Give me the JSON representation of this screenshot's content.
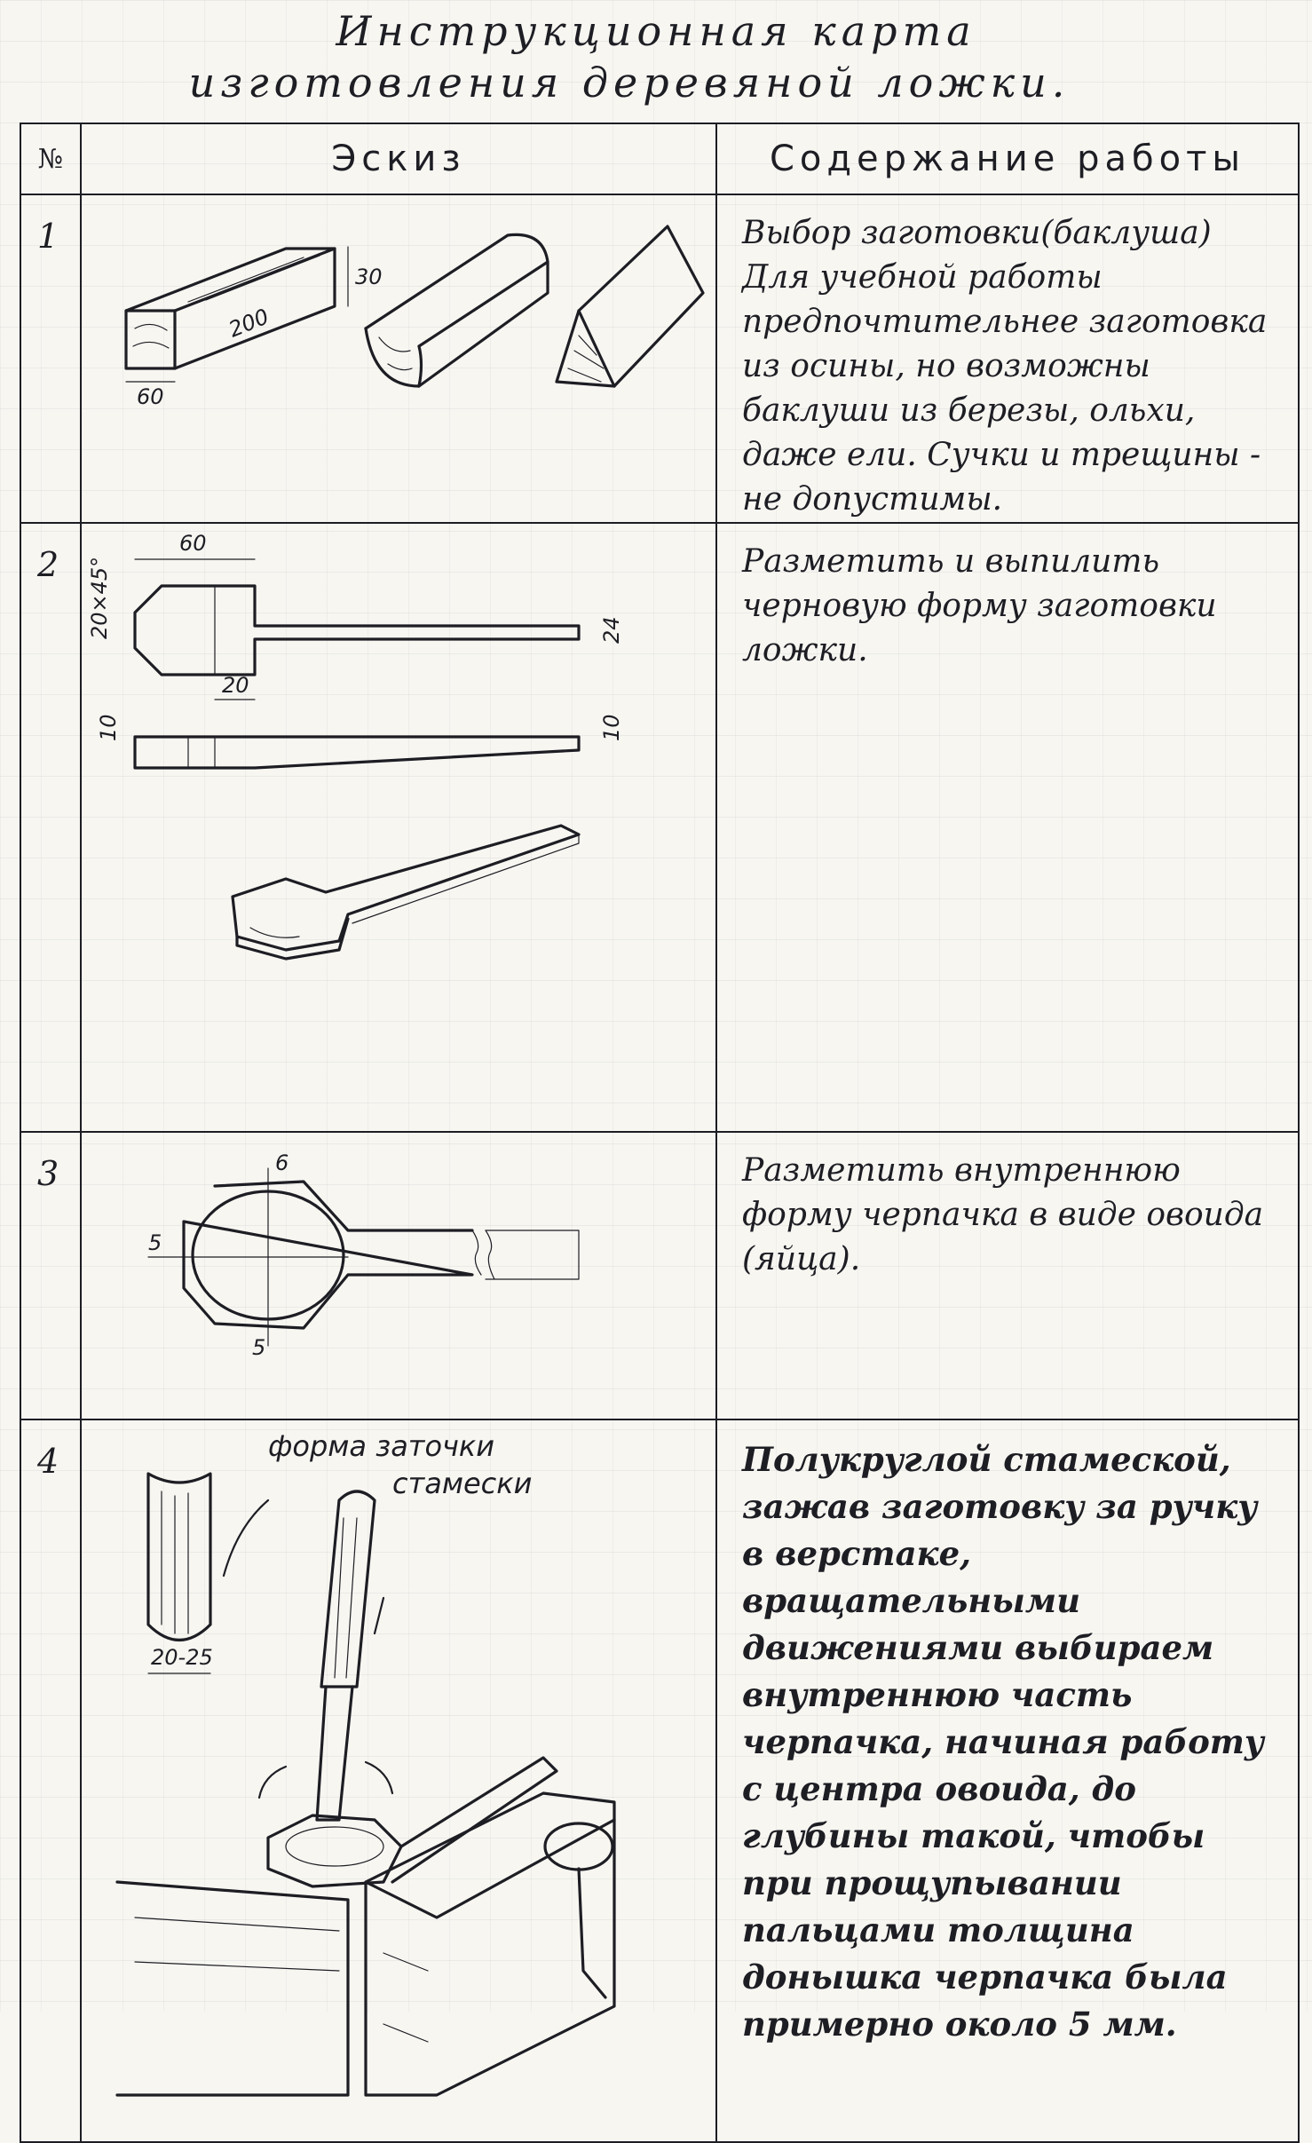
{
  "title": {
    "line1": "Инструкционная карта",
    "line2": "изготовления деревяной ложки."
  },
  "table": {
    "headers": {
      "number": "№",
      "sketch": "Эскиз",
      "content": "Содержание работы"
    },
    "rows": [
      {
        "number": "1",
        "content": "Выбор заготовки(баклуша) Для учебной работы предпочтительнее заготовка из осины, но возможны баклуши из березы, ольхи, даже ели. Сучки и трещины - не допустимы.",
        "dimensions": {
          "height": "30",
          "length": "200",
          "width": "60"
        }
      },
      {
        "number": "2",
        "content": "Разметить и выпилить черновую форму заготовки ложки.",
        "dimensions": {
          "top_length": "60",
          "chamfer": "20×45°",
          "handle_width": "24",
          "neck": "20",
          "left_thickness": "10",
          "right_thickness": "10"
        }
      },
      {
        "number": "3",
        "content": "Разметить внутреннюю форму черпачка в виде овоида (яйца).",
        "dimensions": {
          "top": "6",
          "left": "5",
          "bottom": "5"
        }
      },
      {
        "number": "4",
        "content": "Полукруглой стамеской, зажав заготовку за ручку в верстаке, вращательными движениями выбираем внутреннюю часть черпачка, начиная работу с центра овоида, до глубины такой, чтобы при прощупывании пальцами толщина донышка черпачка была примерно около 5 мм.",
        "labels": {
          "chisel_label_1": "форма заточки",
          "chisel_label_2": "стамески",
          "chisel_width": "20-25"
        }
      }
    ]
  }
}
